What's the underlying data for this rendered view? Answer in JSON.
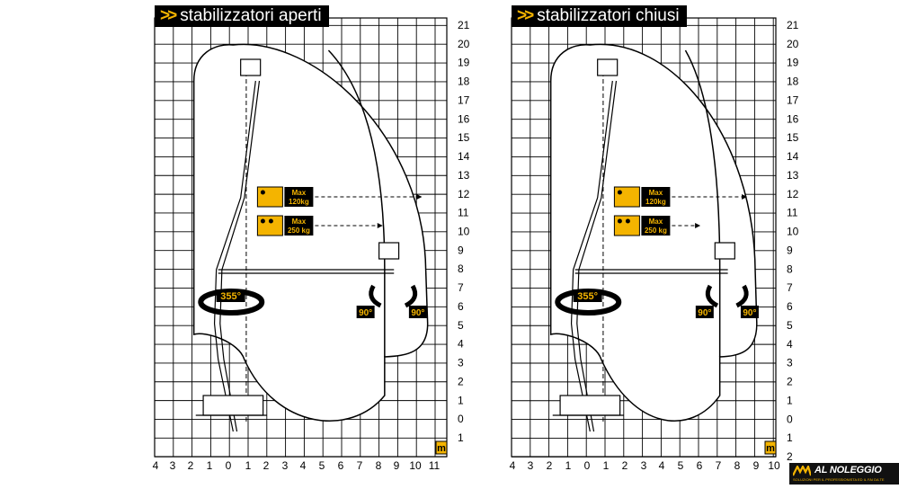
{
  "panels": [
    {
      "id": "open",
      "title": "stabilizzatori aperti",
      "y_ticks": [
        "21",
        "20",
        "19",
        "18",
        "17",
        "16",
        "15",
        "14",
        "13",
        "12",
        "11",
        "10",
        "9",
        "8",
        "7",
        "6",
        "5",
        "4",
        "3",
        "2",
        "1",
        "0",
        "1"
      ],
      "x_ticks": [
        "4",
        "3",
        "2",
        "1",
        "0",
        "1",
        "2",
        "3",
        "4",
        "5",
        "6",
        "7",
        "8",
        "9",
        "10",
        "11"
      ],
      "unit": "m",
      "rotation_label": "355°",
      "rotation_left_label": "90°",
      "rotation_right_label": "90°",
      "load_1": {
        "max": "Max",
        "kg": "120kg"
      },
      "load_2": {
        "max": "Max",
        "kg": "250 kg"
      }
    },
    {
      "id": "closed",
      "title": "stabilizzatori chiusi",
      "y_ticks": [
        "21",
        "20",
        "19",
        "18",
        "17",
        "16",
        "15",
        "14",
        "13",
        "12",
        "11",
        "10",
        "9",
        "8",
        "7",
        "6",
        "5",
        "4",
        "3",
        "2",
        "1",
        "0",
        "1",
        "2"
      ],
      "x_ticks": [
        "4",
        "3",
        "2",
        "1",
        "0",
        "1",
        "2",
        "3",
        "4",
        "5",
        "6",
        "7",
        "8",
        "9",
        "10"
      ],
      "unit": "m",
      "rotation_label": "355°",
      "rotation_left_label": "90°",
      "rotation_right_label": "90°",
      "load_1": {
        "max": "Max",
        "kg": "120kg"
      },
      "load_2": {
        "max": "Max",
        "kg": "250 kg"
      }
    }
  ],
  "logo": {
    "brand": "AL NOLEGGIO",
    "tagline": "SOLUZIONI PER IL PROFESSIONISTA ED IL FAI DA TE"
  },
  "colors": {
    "accent": "#f4b400",
    "grid": "#000000",
    "label_bg": "#000000"
  }
}
